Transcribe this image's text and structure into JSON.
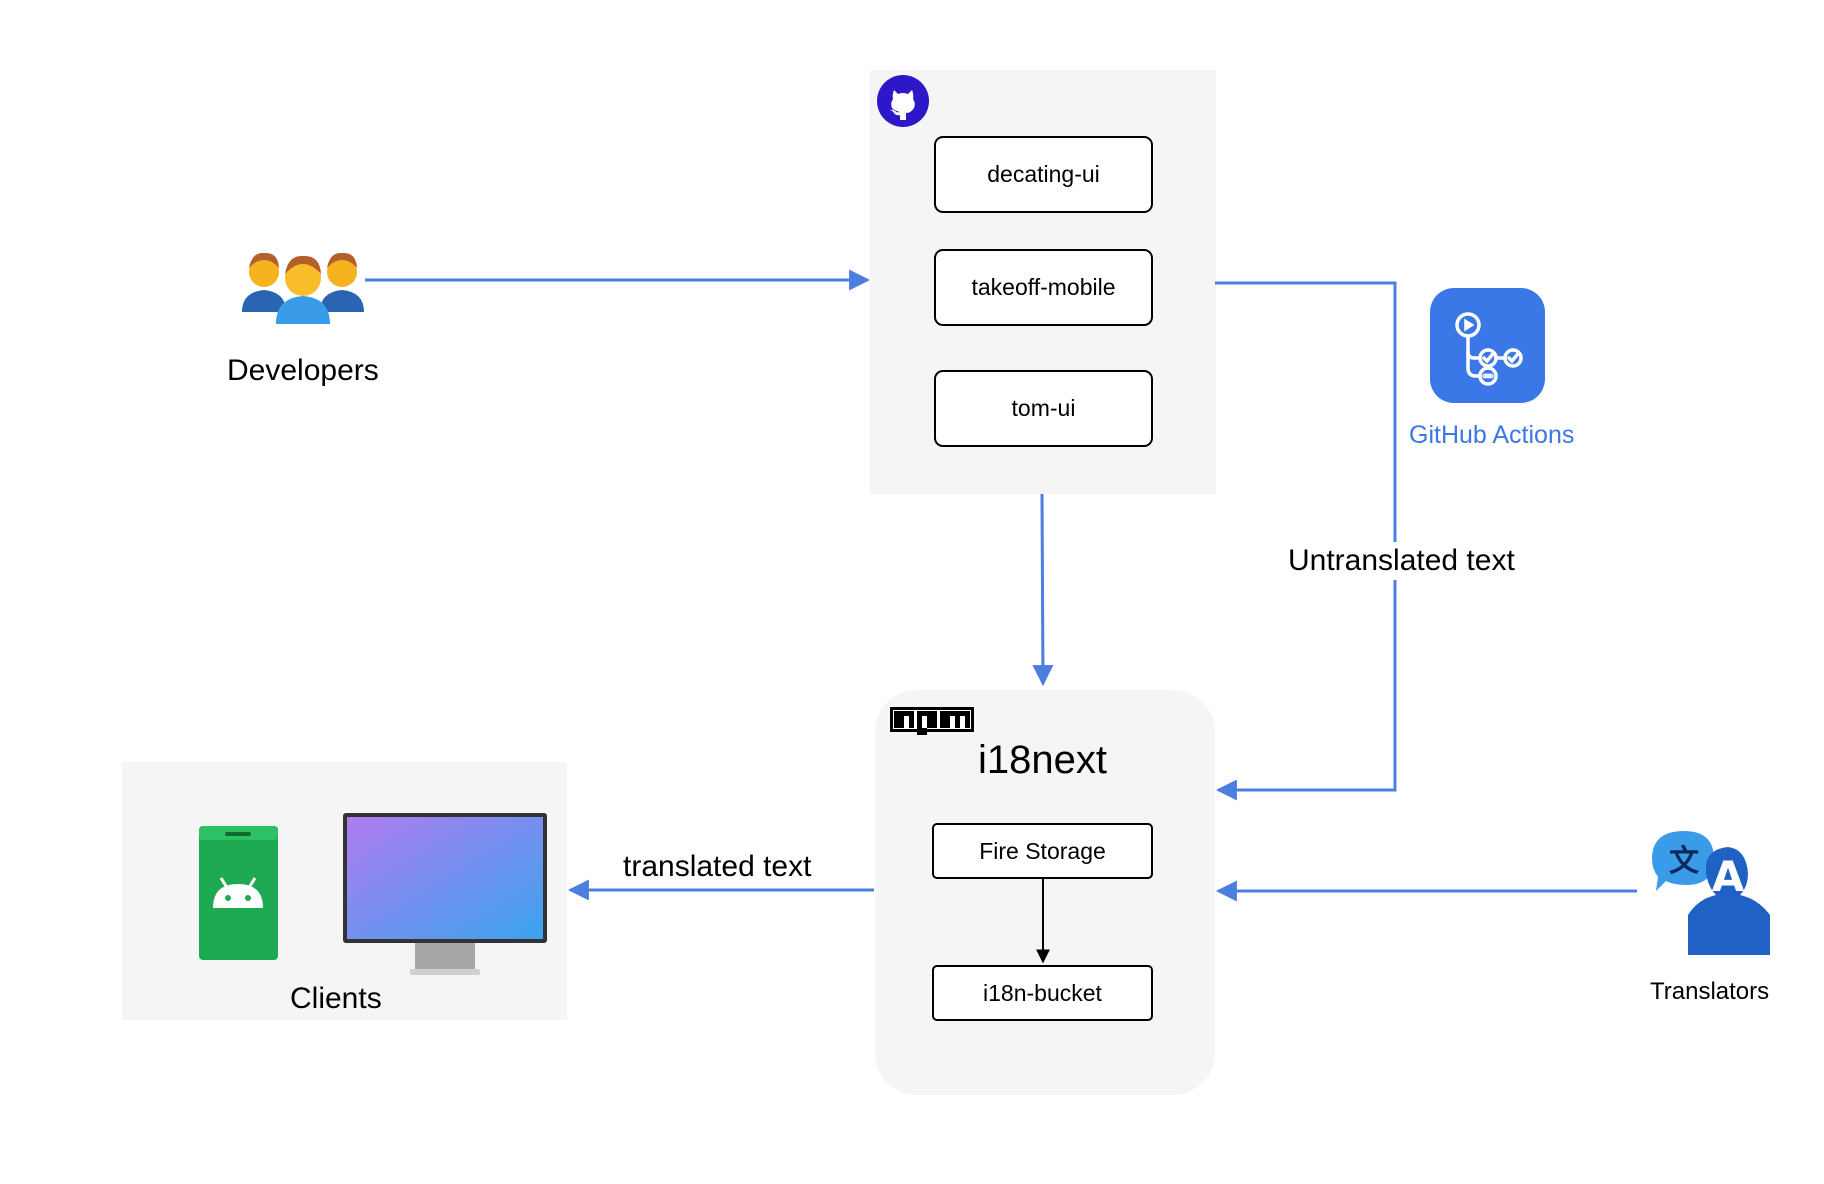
{
  "developers": {
    "label": "Developers"
  },
  "repositories": {
    "items": [
      {
        "label": "decating-ui"
      },
      {
        "label": "takeoff-mobile"
      },
      {
        "label": "tom-ui"
      }
    ]
  },
  "github_actions": {
    "label": "GitHub Actions",
    "color": "#3b78e7"
  },
  "flow_labels": {
    "untranslated": "Untranslated text",
    "translated": "translated text"
  },
  "i18next": {
    "title": "i18next",
    "storage": "Fire Storage",
    "bucket": "i18n-bucket"
  },
  "clients": {
    "label": "Clients"
  },
  "translators": {
    "label": "Translators"
  },
  "colors": {
    "arrow": "#4a7fe0",
    "panel": "#f5f5f5",
    "github": "#2d18c9"
  }
}
